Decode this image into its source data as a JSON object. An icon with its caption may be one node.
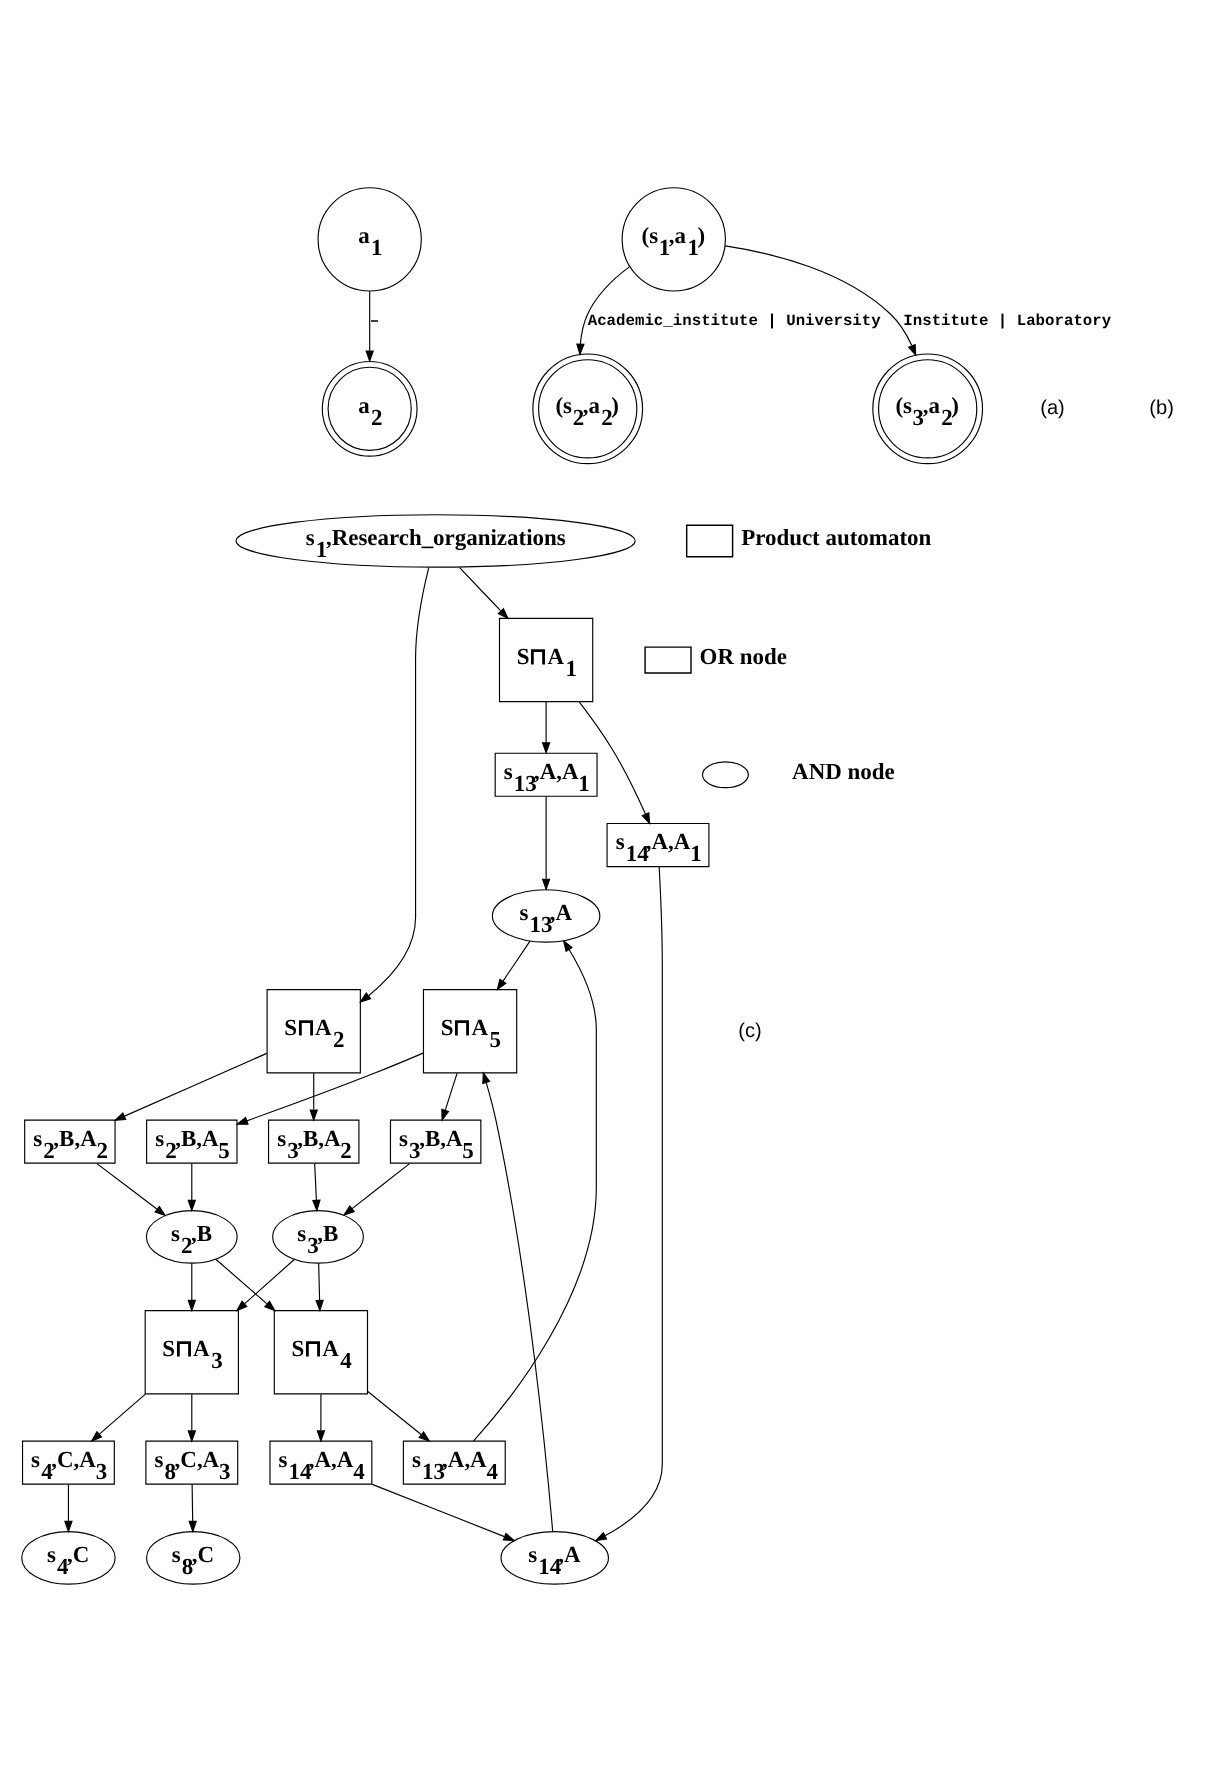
{
  "diagram": {
    "nodes": [
      {
        "text": [
          "a$_{1}$"
        ]
      },
      {
        "text": [
          "a$_{2}$"
        ]
      },
      {
        "text": [
          "(s$_{1}$,a$_{1}$)"
        ]
      },
      {
        "text": [
          "(s$_{2}$,a$_{2}$)"
        ]
      },
      {
        "text": [
          "(s$_{3}$,a$_{2}$)"
        ]
      },
      {
        "text": [
          "s$_{1}$,Research_organizations"
        ]
      },
      {
        "text": [
          "S⊓A$_{1}$"
        ]
      },
      {
        "text": [
          "S⊓A$_{2}$"
        ]
      },
      {
        "text": [
          "S⊓A$_{3}$"
        ]
      },
      {
        "text": [
          "s$_{4}$,C,A$_{3}$"
        ]
      },
      {
        "text": [
          "s$_{8}$,C,A$_{3}$"
        ]
      },
      {
        "text": [
          "s$_{4}$,C"
        ]
      },
      {
        "text": [
          "s$_{8}$,C"
        ]
      },
      {
        "text": [
          "s$_{13}$,A,A$_{1}$"
        ]
      },
      {
        "text": [
          "s$_{14}$,A,A$_{1}$"
        ]
      },
      {
        "text": [
          "s$_{13}$,A"
        ]
      },
      {
        "text": [
          "s$_{14}$,A"
        ]
      },
      {
        "text": [
          "s$_{2}$,B,A$_{2}$"
        ]
      },
      {
        "text": [
          "s$_{3}$,B,A$_{2}$"
        ]
      },
      {
        "text": [
          "s$_{2}$,B"
        ]
      },
      {
        "text": [
          "s$_{3}$,B"
        ]
      },
      {
        "text": [
          "S⊓A$_{4}$"
        ]
      },
      {
        "text": [
          "s$_{14}$,A,A$_{4}$"
        ]
      },
      {
        "text": [
          "s$_{13}$,A,A$_{4}$"
        ]
      },
      {
        "text": [
          "S⊓A$_{5}$"
        ]
      },
      {
        "text": [
          "s$_{2}$,B,A$_{5}$"
        ]
      },
      {
        "text": [
          "s$_{3}$,B,A$_{5}$"
        ]
      }
    ],
    "edges": [
      {
        "from": 0,
        "to": 1,
        "arrow": "to",
        "label": "–"
      },
      {
        "from": 2,
        "to": 3,
        "arrow": "to",
        "label": "Academic_institute | University"
      },
      {
        "from": 2,
        "to": 4,
        "arrow": "to",
        "label": "Institute | Laboratory"
      },
      {
        "from": 5,
        "to": 6,
        "arrow": "to"
      },
      {
        "from": 5,
        "to": 7,
        "arrow": "to"
      },
      {
        "from": 6,
        "to": 13,
        "arrow": "to"
      },
      {
        "from": 6,
        "to": 14,
        "arrow": "to"
      },
      {
        "from": 13,
        "to": 15,
        "arrow": "to"
      },
      {
        "from": 14,
        "to": 16,
        "arrow": "to"
      },
      {
        "from": 7,
        "to": 17,
        "arrow": "to"
      },
      {
        "from": 7,
        "to": 18,
        "arrow": "to"
      },
      {
        "from": 17,
        "to": 19,
        "arrow": "to"
      },
      {
        "from": 18,
        "to": 20,
        "arrow": "to"
      },
      {
        "from": 19,
        "to": 8,
        "arrow": "to"
      },
      {
        "from": 20,
        "to": 8,
        "arrow": "to"
      },
      {
        "from": 8,
        "to": 9,
        "arrow": "to"
      },
      {
        "from": 8,
        "to": 10,
        "arrow": "to"
      },
      {
        "from": 9,
        "to": 11,
        "arrow": "to"
      },
      {
        "from": 10,
        "to": 12,
        "arrow": "to"
      },
      {
        "from": 19,
        "to": 21,
        "arrow": "to"
      },
      {
        "from": 20,
        "to": 21,
        "arrow": "to"
      },
      {
        "from": 21,
        "to": 22,
        "arrow": "to"
      },
      {
        "from": 21,
        "to": 23,
        "arrow": "to"
      },
      {
        "from": 22,
        "to": 16,
        "arrow": "to"
      },
      {
        "from": 23,
        "to": 15,
        "arrow": "to"
      },
      {
        "from": 15,
        "to": 24,
        "arrow": "to"
      },
      {
        "from": 16,
        "to": 24,
        "arrow": "to"
      },
      {
        "from": 24,
        "to": 25,
        "arrow": "to"
      },
      {
        "from": 24,
        "to": 26,
        "arrow": "to"
      },
      {
        "from": 25,
        "to": 19,
        "arrow": "to"
      },
      {
        "from": 26,
        "to": 20,
        "arrow": "to"
      }
    ],
    "labels": [
      "(a)",
      "(b)",
      "(c)"
    ],
    "legend": [
      {
        "text": "Product automaton"
      },
      {
        "text": "OR node"
      },
      {
        "text": "AND node"
      }
    ]
  }
}
